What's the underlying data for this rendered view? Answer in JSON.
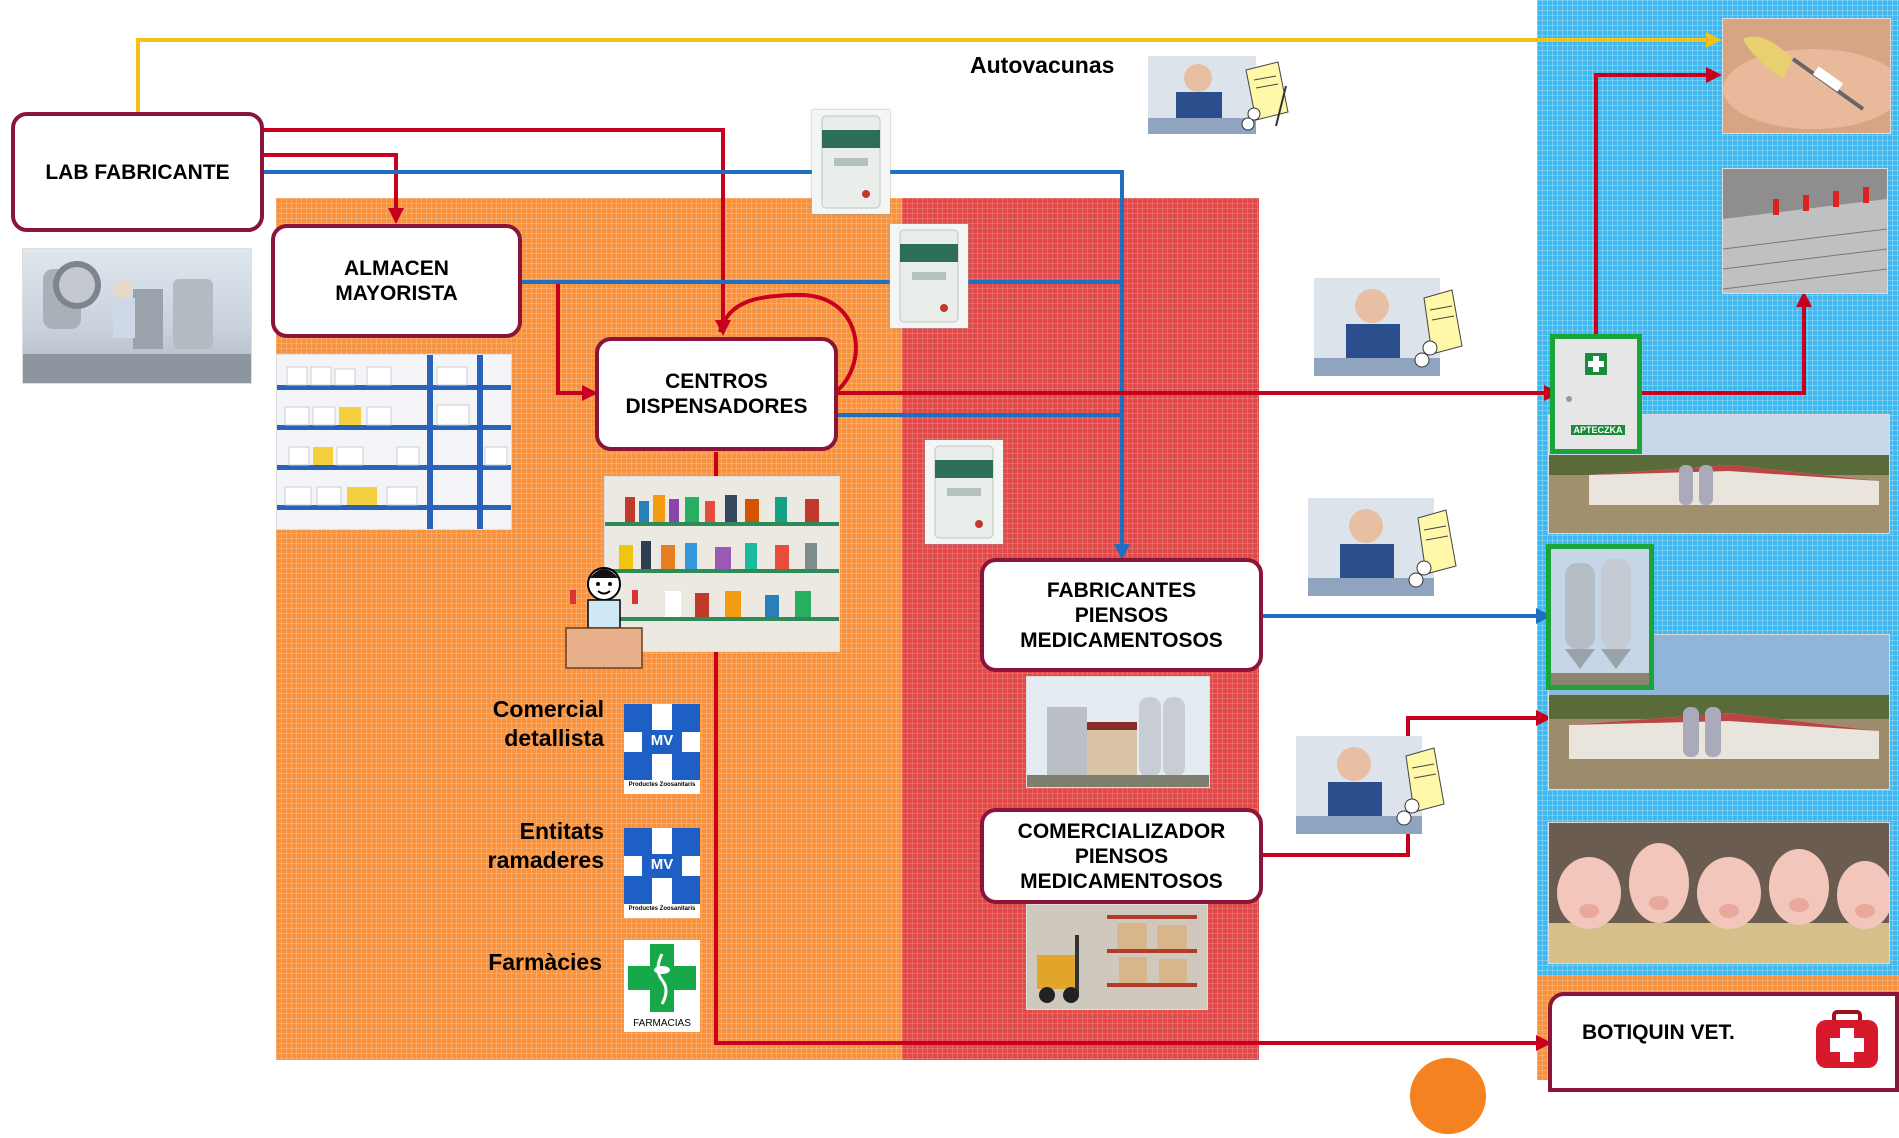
{
  "nodes": {
    "lab": "LAB FABRICANTE",
    "almacen": "ALMACEN\nMAYORISTA",
    "centros": "CENTROS\nDISPENSADORES",
    "fabricantes": "FABRICANTES\nPIENSOS\nMEDICAMENTOSOS",
    "comercializador": "COMERCIALIZADOR\nPIENSOS\nMEDICAMENTOSOS",
    "botiquin": "BOTIQUIN VET."
  },
  "labels": {
    "autovacunas": "Autovacunas",
    "comercial": "Comercial\ndetallista",
    "entitats": "Entitats\nramaderes",
    "farmacies": "Farmàcies"
  },
  "signs": {
    "mv": "MV",
    "mv_caption": "Productes Zoosanitaris",
    "farmacias": "FARMACIAS",
    "apteczka": "APTECZKA"
  },
  "colors": {
    "red_arrow": "#c8001e",
    "blue_arrow": "#1f6fc1",
    "yellow_arrow": "#f5c21b",
    "zone_orange": "#f7933f",
    "zone_red": "#e24a4a",
    "zone_blue": "#3fb8ef",
    "node_border": "#8a1538"
  },
  "icons": [
    "factory-photo",
    "warehouse-shelves-photo",
    "pharmacy-shelves-photo",
    "pharmacist-clipart",
    "feed-bag-icon",
    "veterinarian-prescription-icon",
    "feed-mill-photo",
    "forklift-warehouse-photo",
    "injection-photo",
    "barn-interior-photo",
    "farm-photo",
    "silo-photo",
    "piglets-photo",
    "first-aid-kit-icon",
    "mv-sign-icon",
    "pharmacy-cross-icon",
    "medicine-cabinet-icon"
  ]
}
